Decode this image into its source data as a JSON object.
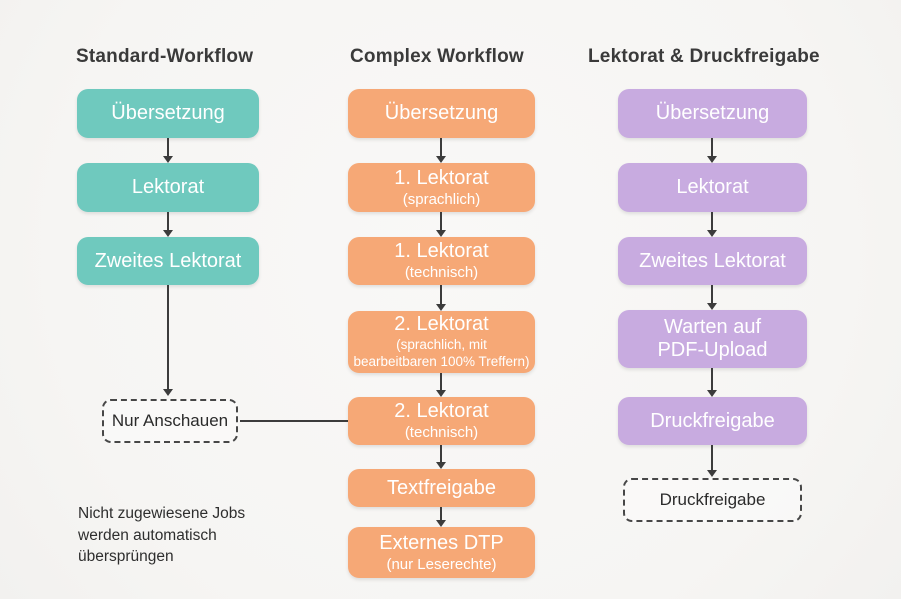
{
  "colors": {
    "teal": "#6FC9BE",
    "orange": "#F6A876",
    "purple": "#C8ABE0",
    "arrow": "#3C3C3C",
    "title_text": "#3A3A3A",
    "box_text": "#FFFFFF"
  },
  "columns": [
    {
      "id": "standard",
      "title": "Standard-Workflow",
      "steps": [
        {
          "main": "Übersetzung"
        },
        {
          "main": "Lektorat"
        },
        {
          "main": "Zweites Lektorat"
        }
      ],
      "optional_step": "Nur Anschauen",
      "note": "Nicht zugewiesene Jobs\nwerden automatisch\nübersprüngen"
    },
    {
      "id": "complex",
      "title": "Complex Workflow",
      "steps": [
        {
          "main": "Übersetzung"
        },
        {
          "main": "1. Lektorat",
          "sub": "(sprachlich)"
        },
        {
          "main": "1. Lektorat",
          "sub": "(technisch)"
        },
        {
          "main": "2. Lektorat",
          "sub": "(sprachlich, mit\nbearbeitbaren 100% Treffern)"
        },
        {
          "main": "2. Lektorat",
          "sub": "(technisch)"
        },
        {
          "main": "Textfreigabe"
        },
        {
          "main": "Externes DTP",
          "sub": "(nur Leserechte)"
        }
      ]
    },
    {
      "id": "lektorat-druckfreigabe",
      "title": "Lektorat & Druckfreigabe",
      "steps": [
        {
          "main": "Übersetzung"
        },
        {
          "main": "Lektorat"
        },
        {
          "main": "Zweites Lektorat"
        },
        {
          "main": "Warten auf\nPDF-Upload"
        },
        {
          "main": "Druckfreigabe"
        }
      ],
      "final_step": "Druckfreigabe"
    }
  ]
}
